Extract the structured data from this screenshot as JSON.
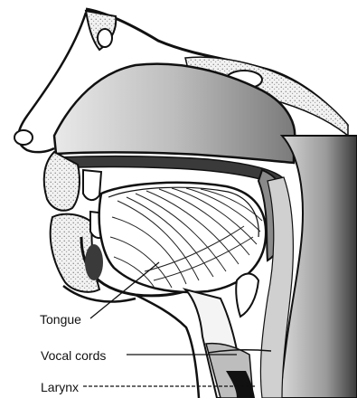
{
  "labels": {
    "tongue": "Tongue",
    "vocal_cords": "Vocal cords",
    "larynx": "Larynx"
  },
  "colors": {
    "ink": "#111111",
    "shade_dark": "#4a4a4a",
    "shade_mid": "#8a8a8a",
    "shade_light": "#c9c9c9",
    "paper": "#ffffff"
  }
}
